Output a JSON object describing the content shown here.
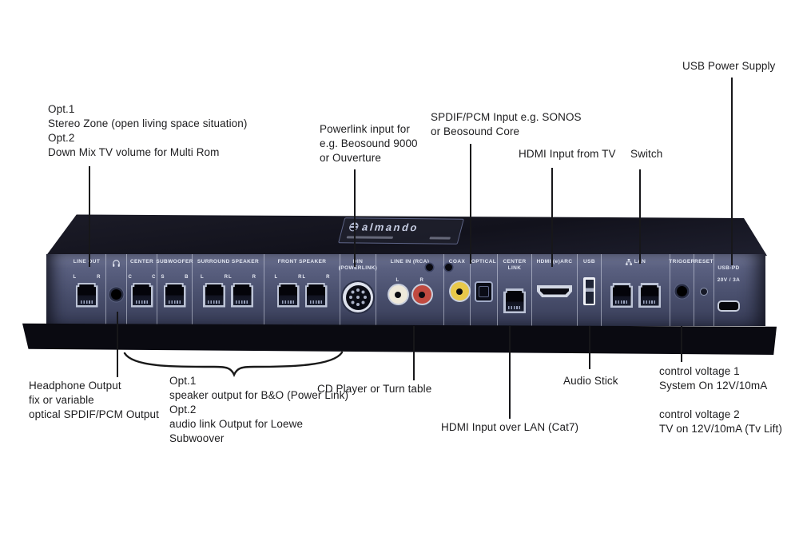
{
  "meta": {
    "description": "Annotated rear-panel connection diagram of an almando audio switch device",
    "background": "#ffffff",
    "colors": {
      "device_body": "#12121c",
      "device_panel": "#4a506e",
      "base": "#0a0a11",
      "label_text": "#e2e6f1",
      "annotation_text": "#1d1d1f",
      "rca_white": "#efe9da",
      "rca_red": "#c04a40",
      "rca_yellow": "#e8c84a"
    }
  },
  "device": {
    "brand": "almando",
    "sections": [
      {
        "label": "LINE OUT",
        "ports": [
          {
            "l": "L",
            "r": "R"
          }
        ]
      },
      {
        "label": "",
        "icon": "headphone"
      },
      {
        "label": "CENTER",
        "ports": [
          {
            "l": "C",
            "r": "C"
          }
        ]
      },
      {
        "label": "SUBWOOFER",
        "ports": [
          {
            "l": "S",
            "r": "B"
          }
        ]
      },
      {
        "label": "SURROUND SPEAKER",
        "ports": [
          {
            "l": "L",
            "r": "R"
          },
          {
            "l": "L",
            "r": "R"
          }
        ]
      },
      {
        "label": "FRONT SPEAKER",
        "ports": [
          {
            "l": "L",
            "r": "R"
          },
          {
            "l": "L",
            "r": "R"
          }
        ]
      },
      {
        "label": "DIN (POWERLINK)"
      },
      {
        "label": "LINE IN (RCA)",
        "ports": [
          {
            "l": "L"
          },
          {
            "l": "R"
          }
        ]
      },
      {
        "label": "COAX"
      },
      {
        "label": "OPTICAL"
      },
      {
        "label": "CENTER LINK"
      },
      {
        "label": "HDMI (e)ARC"
      },
      {
        "label": "USB"
      },
      {
        "label": "LAN"
      },
      {
        "label": "TRIGGER"
      },
      {
        "label": "RESET"
      },
      {
        "label": "USB-PD",
        "label2": "20V / 3A"
      }
    ]
  },
  "callouts": {
    "opt_stereo": "Opt.1\nStereo Zone (open living space situation)\nOpt.2\nDown Mix TV volume for Multi Rom",
    "powerlink": "Powerlink input for\ne.g. Beosound 9000\nor Ouverture",
    "spdif_input": "SPDIF/PCM Input e.g. SONOS\nor Beosound Core",
    "hdmi_input": "HDMI Input from  TV",
    "switch": "Switch",
    "usb_power": "USB Power Supply",
    "headphone": "Headphone Output\nfix or variable\noptical SPDIF/PCM Output",
    "speaker_opts": "Opt.1\nspeaker output for B&O (Power Link)\nOpt.2\naudio link Output for Loewe\nSubwoover",
    "cd_player": "CD Player or Turn table",
    "hdmi_lan": "HDMI Input over LAN (Cat7)",
    "audio_stick": "Audio Stick",
    "control_voltage_1": "control voltage 1\nSystem On 12V/10mA",
    "control_voltage_2": "control voltage 2\nTV on 12V/10mA (Tv Lift)"
  }
}
